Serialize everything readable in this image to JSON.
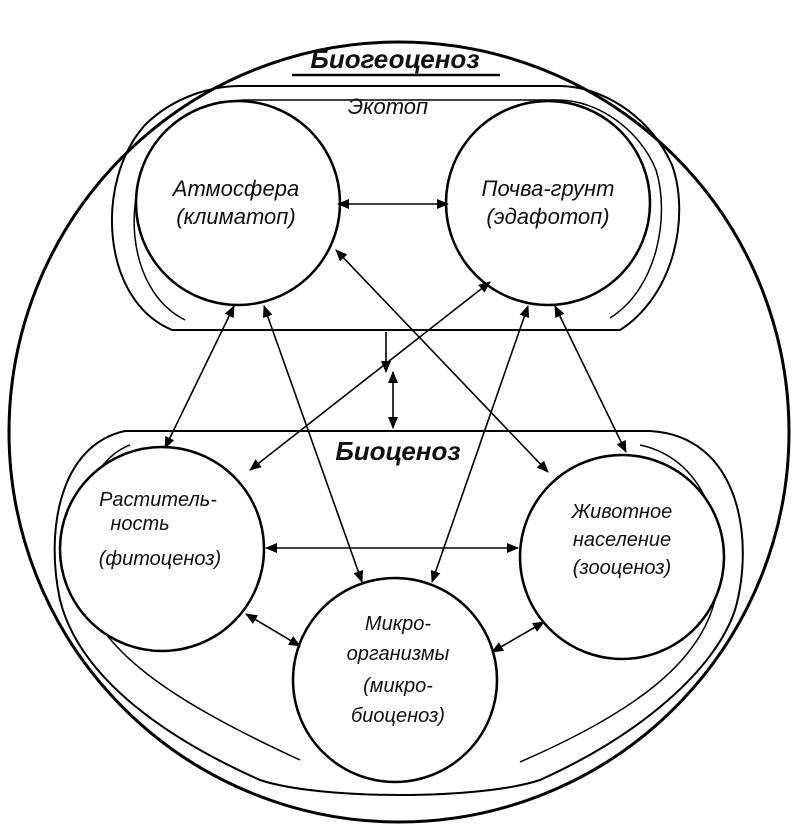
{
  "title": "Биогеоценоз",
  "ecotope": {
    "label": "Экотоп",
    "atmosphere": {
      "line1": "Атмосфера",
      "line2": "(климатоп)"
    },
    "soil": {
      "line1": "Почва-грунт",
      "line2": "(эдафотоп)"
    }
  },
  "biocenosis": {
    "label": "Биоценоз",
    "plants": {
      "line1": "Раститель-",
      "line2": "ность",
      "line3": "(фитоценоз)"
    },
    "animals": {
      "line1": "Животное",
      "line2": "население",
      "line3": "(зооценоз)"
    },
    "microbes": {
      "line1": "Микро-",
      "line2": "организмы",
      "line3": "(микро-",
      "line4": "биоценоз)"
    }
  }
}
